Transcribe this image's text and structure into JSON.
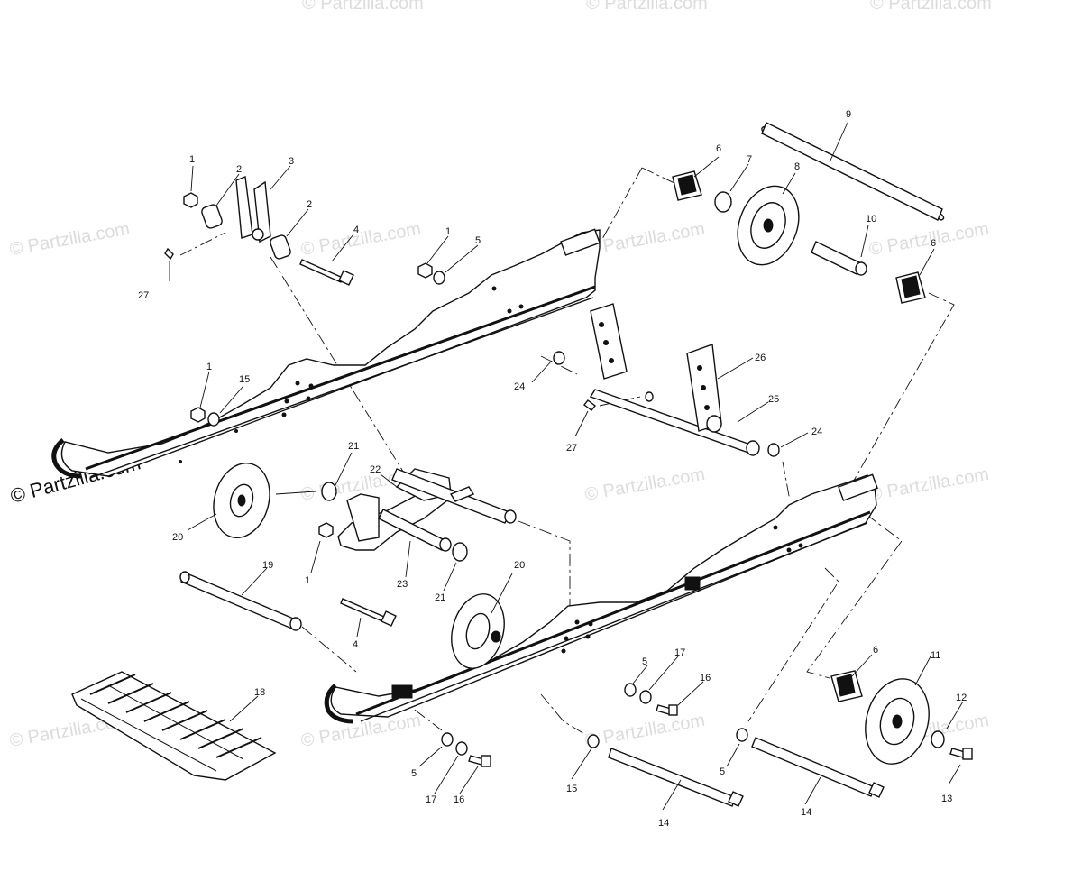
{
  "watermark": {
    "text": "© Partzilla.com",
    "prominent_text": "© Partzilla.com"
  },
  "callouts": {
    "c1a": "1",
    "c2a": "2",
    "c3": "3",
    "c2b": "2",
    "c4a": "4",
    "c27a": "27",
    "c1b": "1",
    "c5a": "5",
    "c6a": "6",
    "c7": "7",
    "c8": "8",
    "c9": "9",
    "c10": "10",
    "c6b": "6",
    "c1c": "1",
    "c15a": "15",
    "c24a": "24",
    "c26": "26",
    "c25": "25",
    "c27b": "27",
    "c24b": "24",
    "c21a": "21",
    "c22": "22",
    "c20a": "20",
    "c1d": "1",
    "c23": "23",
    "c21b": "21",
    "c20b": "20",
    "c19": "19",
    "c4b": "4",
    "c18": "18",
    "c5b": "5",
    "c17a": "17",
    "c16a": "16",
    "c5c": "5",
    "c17b": "17",
    "c16b": "16",
    "c15b": "15",
    "c14a": "14",
    "c6c": "6",
    "c11": "11",
    "c12": "12",
    "c5d": "5",
    "c14b": "14",
    "c13": "13"
  },
  "colors": {
    "line": "#111111",
    "background": "#ffffff",
    "watermark": "#dcdcdc"
  }
}
